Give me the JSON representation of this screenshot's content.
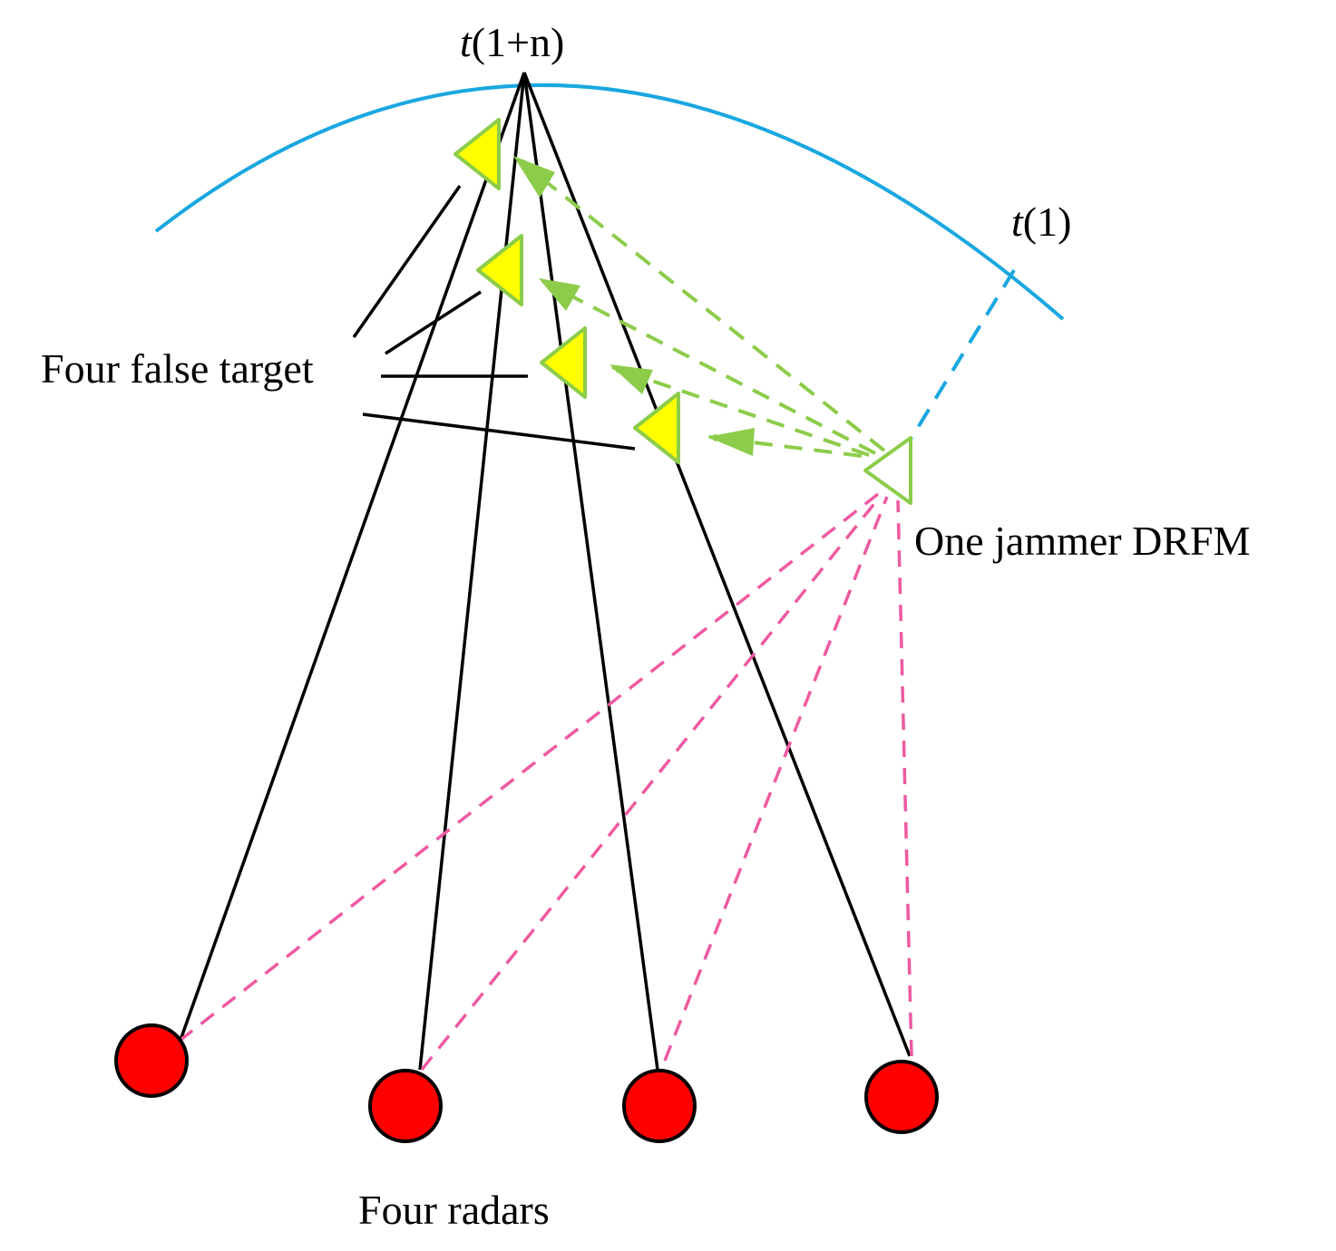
{
  "labels": {
    "time_top_var": "t",
    "time_top_arg": "(1+n)",
    "time_right_var": "t",
    "time_right_arg": "(1)",
    "false_targets": "Four false target",
    "jammer": "One jammer DRFM",
    "radars": "Four radars"
  },
  "colors": {
    "trajectory_arc": "#1aa7e0",
    "radar_fill": "#ff0000",
    "false_target_fill": "#ffff00",
    "jammer_outline": "#8ccc4a",
    "jamming_links": "#8ccc4a",
    "radar_to_jammer_links": "#ee5aa0",
    "sightlines": "#000000"
  },
  "counts": {
    "radars": 4,
    "false_targets": 4,
    "jammers": 1
  }
}
